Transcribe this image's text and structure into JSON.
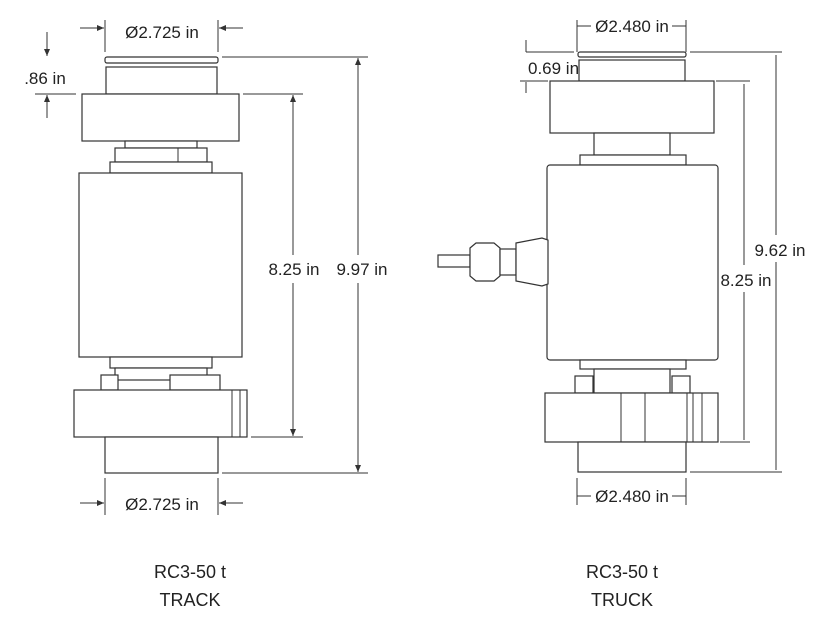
{
  "track": {
    "top_diameter": "Ø2.725 in",
    "cap_height": ".86 in",
    "inner_height": "8.25 in",
    "overall_height": "9.97 in",
    "bottom_diameter": "Ø2.725 in",
    "model": "RC3-50 t",
    "variant": "TRACK"
  },
  "truck": {
    "top_diameter": "Ø2.480 in",
    "cap_height": "0.69 in",
    "overall_height": "9.62 in",
    "inner_height": "8.25 in",
    "bottom_diameter": "Ø2.480 in",
    "model": "RC3-50 t",
    "variant": "TRUCK"
  }
}
